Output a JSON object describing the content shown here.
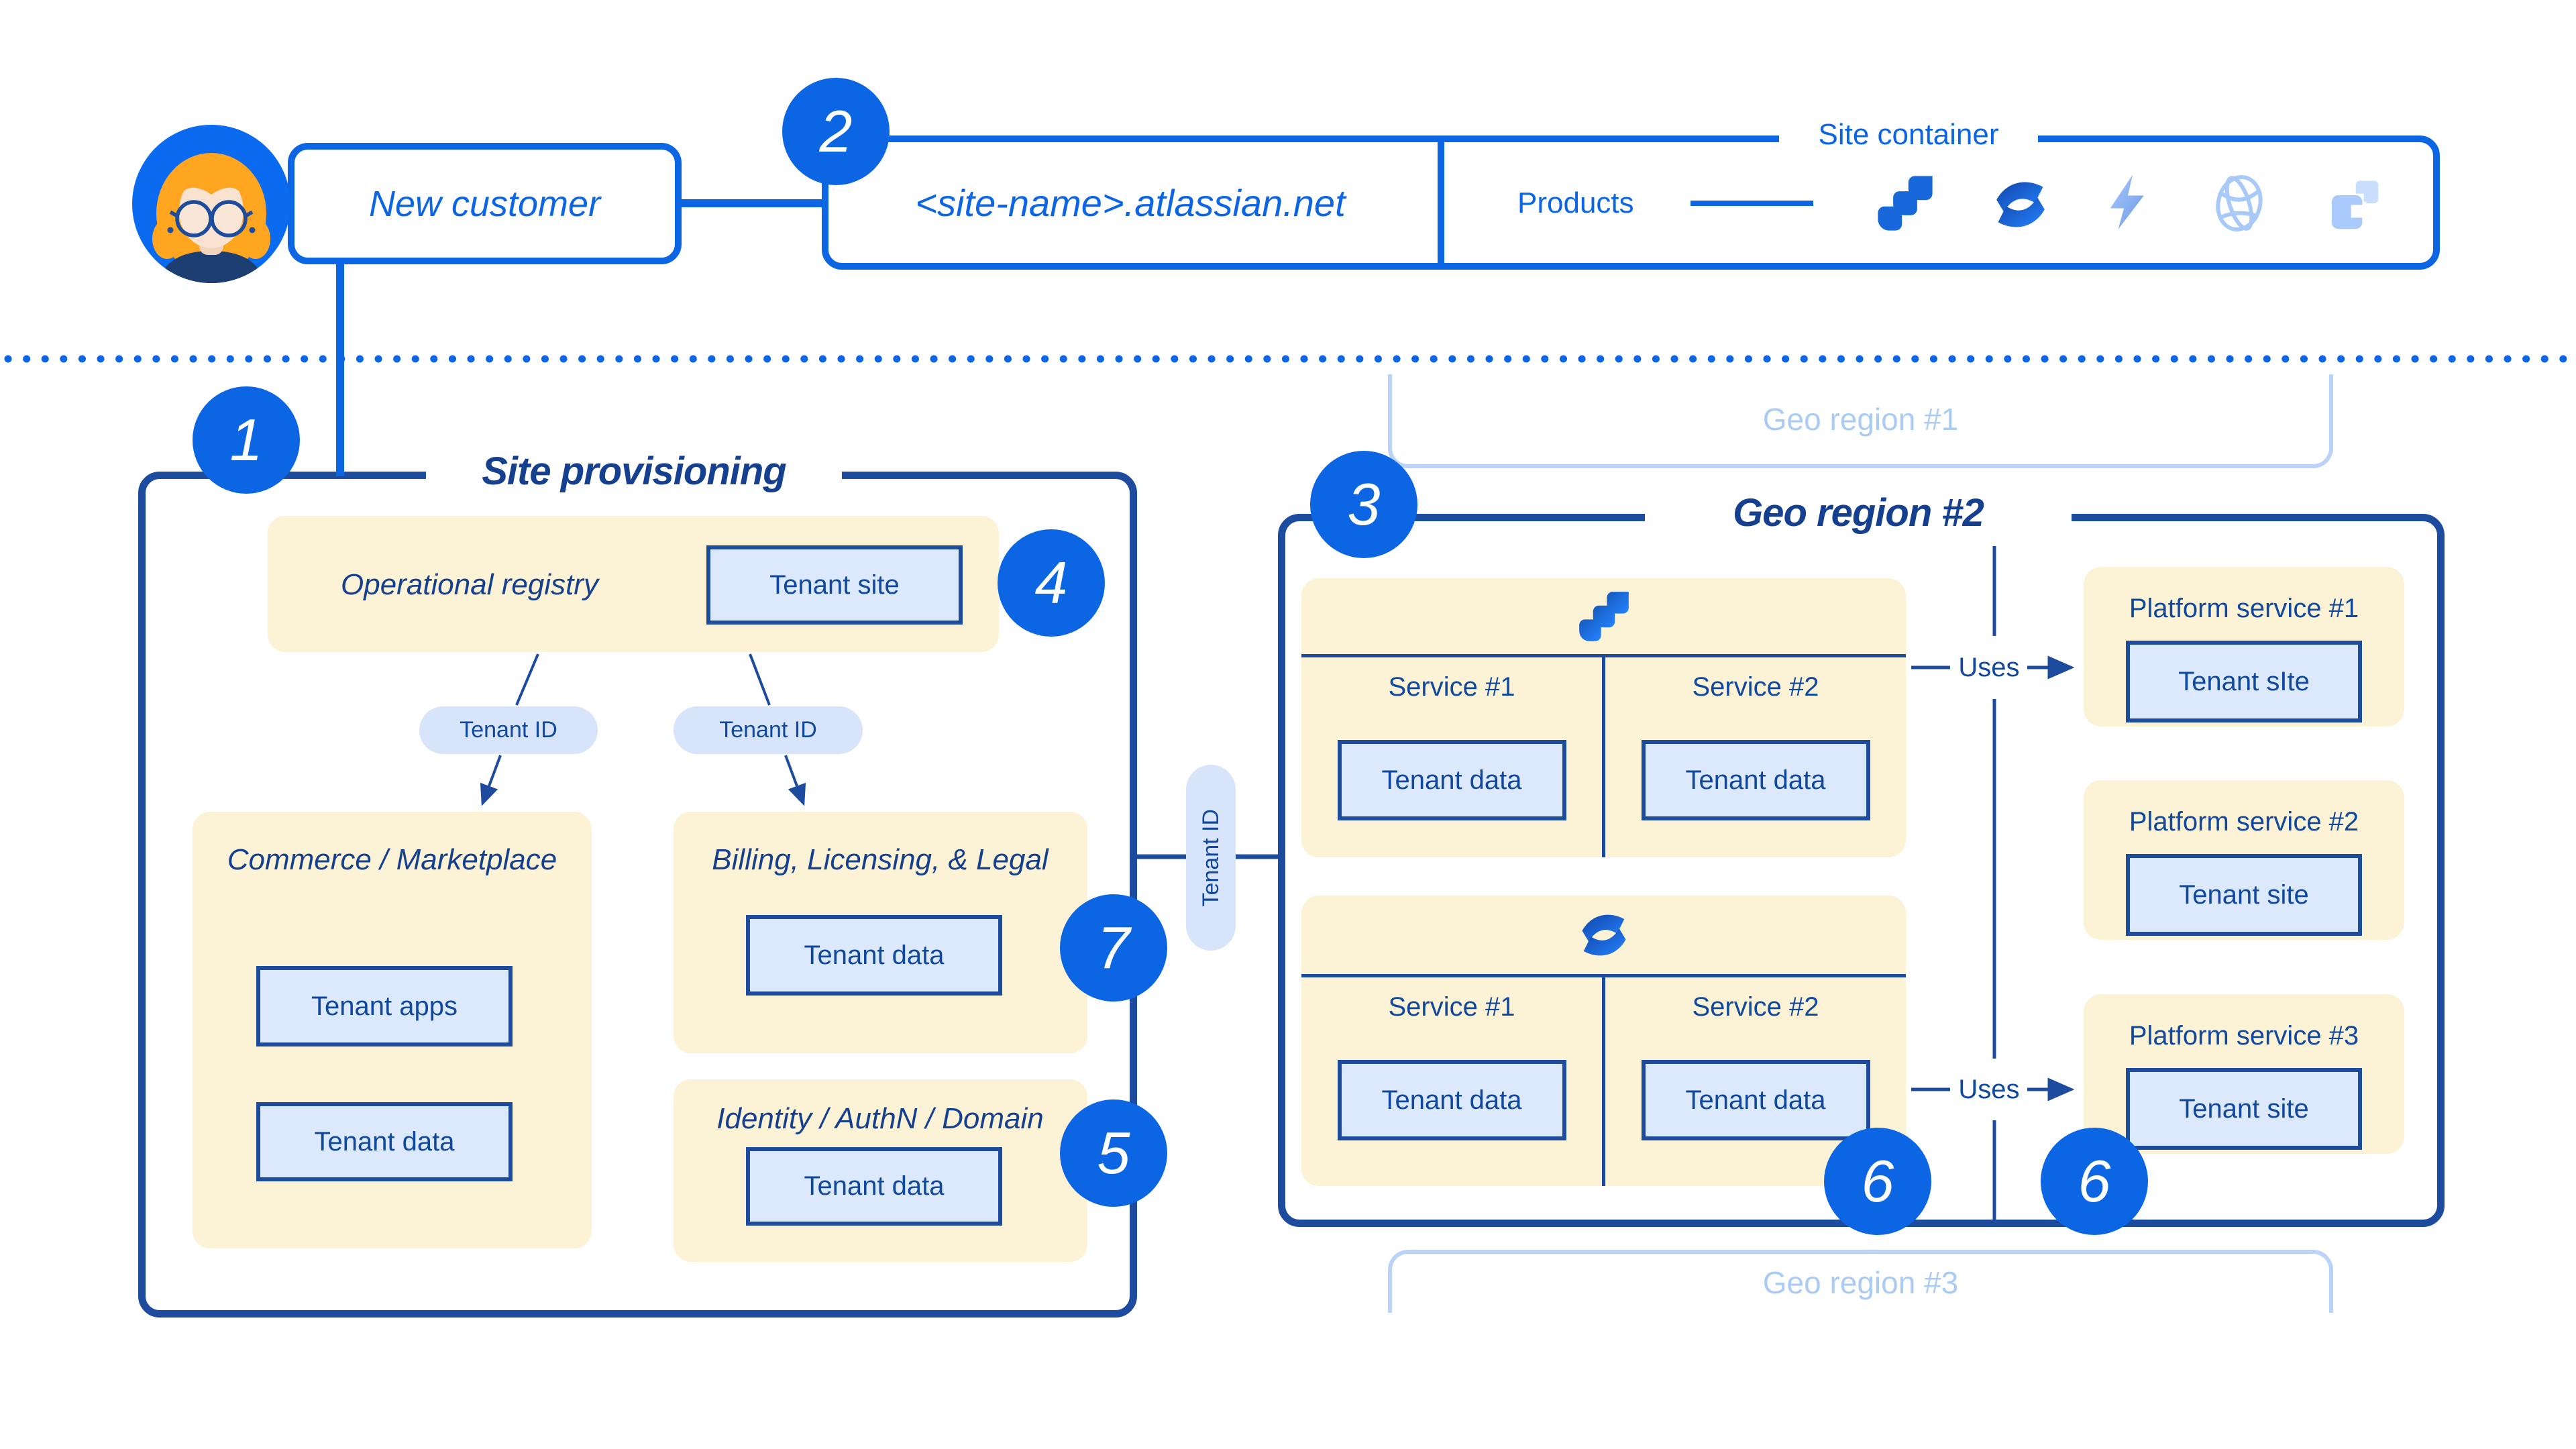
{
  "palette": {
    "blue": "#0C66E4",
    "navy_border": "#1D4C9F",
    "navy_text": "#10489E",
    "title_navy": "#15408F",
    "cream": "#FCF2D5",
    "box_blue_fill": "#DCE8FB",
    "pill_blue": "#D7E4F9",
    "faded_blue_border": "#BBD3F8",
    "faded_blue_text": "#A9CBF5"
  },
  "header": {
    "new_customer": "New customer",
    "site_name": "<site-name>.atlassian.net",
    "site_container_label": "Site container",
    "products_label": "Products",
    "product_icons": [
      "jira",
      "confluence",
      "lightning",
      "globe",
      "squares"
    ]
  },
  "badges": {
    "b1": "1",
    "b2": "2",
    "b3": "3",
    "b4": "4",
    "b5": "5",
    "b6": "6",
    "b7": "7"
  },
  "site_provisioning": {
    "title": "Site provisioning",
    "operational_registry_label": "Operational registry",
    "tenant_site_label": "Tenant site",
    "tenant_id_left": "Tenant ID",
    "tenant_id_right": "Tenant ID",
    "commerce": {
      "title": "Commerce / Marketplace",
      "tenant_apps": "Tenant apps",
      "tenant_data": "Tenant data"
    },
    "billing": {
      "title": "Billing, Licensing, & Legal",
      "tenant_data": "Tenant data"
    },
    "identity": {
      "title": "Identity / AuthN / Domain",
      "tenant_data": "Tenant data"
    }
  },
  "connector": {
    "tenant_id": "Tenant ID"
  },
  "geo_region_1": {
    "title": "Geo region #1"
  },
  "geo_region_2": {
    "title": "Geo region #2",
    "product_groups": [
      {
        "icon": "jira",
        "services": [
          {
            "label": "Service #1",
            "data": "Tenant data"
          },
          {
            "label": "Service #2",
            "data": "Tenant data"
          }
        ]
      },
      {
        "icon": "confluence",
        "services": [
          {
            "label": "Service #1",
            "data": "Tenant data"
          },
          {
            "label": "Service #2",
            "data": "Tenant data"
          }
        ]
      }
    ],
    "uses_top": "Uses",
    "uses_bottom": "Uses",
    "platform_services": [
      {
        "title": "Platform service #1",
        "box": "Tenant sIte"
      },
      {
        "title": "Platform service #2",
        "box": "Tenant site"
      },
      {
        "title": "Platform service #3",
        "box": "Tenant site"
      }
    ]
  },
  "geo_region_3": {
    "title": "Geo region #3"
  }
}
